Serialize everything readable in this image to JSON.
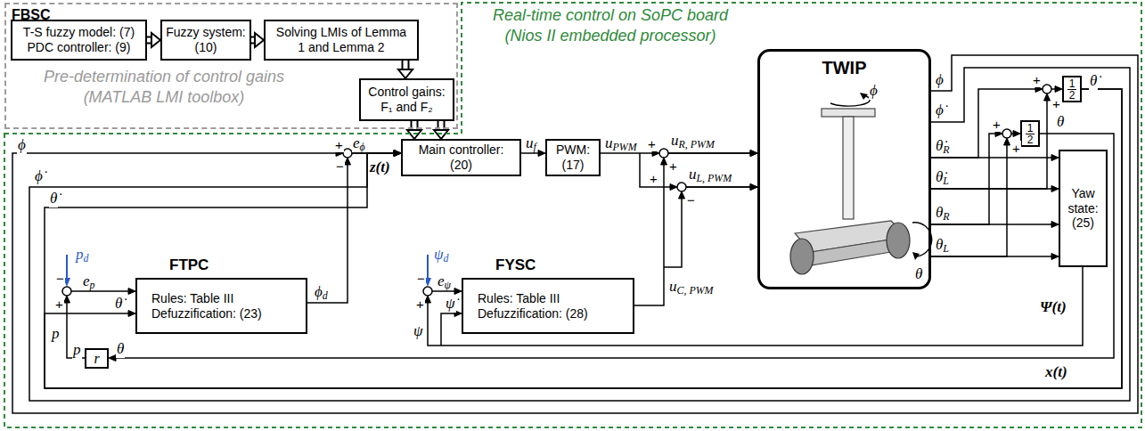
{
  "diagram": {
    "nodes": [
      {
        "text": [
          "FBSC",
          "Pre-determination of control gains (MATLAB LMI toolbox)"
        ]
      },
      {
        "text": [
          "T-S fuzzy model: (7) PDC controller: (9)"
        ],
        "in": 0
      },
      {
        "text": [
          "Fuzzy system: (10)"
        ],
        "in": 0
      },
      {
        "text": [
          "Solving LMIs of Lemma 1 and Lemma 2"
        ],
        "in": 0
      },
      {
        "text": [
          "Control gains: F₁ and F₂"
        ],
        "in": 0
      },
      {
        "text": [
          "Real-time control on SoPC board (Nios II embedded processor)"
        ]
      },
      {
        "text": [
          "Main controller: (20)"
        ],
        "in": 5
      },
      {
        "text": [
          "PWM: (17)"
        ],
        "in": 5
      },
      {
        "text": [
          "TWIP"
        ],
        "in": 5
      },
      {
        "text": [
          "FTPC",
          "Rules: Table III Defuzzification: (23)"
        ],
        "in": 5
      },
      {
        "text": [
          "FYSC",
          "Rules: Table III Defuzzification: (28)"
        ],
        "in": 5
      },
      {
        "text": [
          "Yaw state: (25)"
        ],
        "in": 5
      },
      {
        "text": [
          "1",
          "2"
        ],
        "in": 5
      },
      {
        "text": [
          "1",
          "2"
        ],
        "in": 5
      },
      {
        "text": [
          "r"
        ],
        "in": 5
      }
    ],
    "edges": [
      {
        "from": 1,
        "to": 2,
        "arrow": "to"
      },
      {
        "from": 2,
        "to": 3,
        "arrow": "to"
      },
      {
        "from": 3,
        "to": 4,
        "arrow": "to"
      },
      {
        "from": 4,
        "to": 6,
        "arrow": "to"
      },
      {
        "from": 6,
        "to": 7,
        "label": "uf",
        "arrow": "to"
      },
      {
        "from": 7,
        "to": 8,
        "label": "uPWM",
        "arrow": "to"
      },
      {
        "from": 10,
        "to": 8,
        "label": "uC, PWM",
        "arrow": "to"
      },
      {
        "from": 8,
        "to": 12,
        "arrow": "to"
      },
      {
        "from": 8,
        "to": 13,
        "arrow": "to"
      },
      {
        "from": 8,
        "to": 11,
        "arrow": "to"
      },
      {
        "from": 8,
        "to": 6,
        "arrow": "to"
      },
      {
        "from": 12,
        "to": 6,
        "arrow": "to"
      },
      {
        "from": 12,
        "to": 9,
        "arrow": "to"
      },
      {
        "from": 9,
        "to": 6,
        "label": "ϕd",
        "arrow": "to"
      },
      {
        "from": 13,
        "to": 14,
        "arrow": "to"
      },
      {
        "from": 14,
        "to": 9,
        "arrow": "to"
      },
      {
        "from": 11,
        "to": 10,
        "arrow": "to"
      }
    ],
    "labels": [
      "ϕ",
      "ϕ̇",
      "θ̇",
      "eϕ",
      "z(t)",
      "uR, PWM",
      "uL, PWM",
      "ϕ",
      "ϕ̇",
      "θ̇R",
      "θ̇L",
      "θR",
      "θL",
      "θ̇",
      "θ",
      "Ψ(t)",
      "x(t)",
      "p",
      "θ",
      "p",
      "pd",
      "ep",
      "θ̇",
      "ψd",
      "eψ",
      "ψ",
      "ψ̇",
      "ϕ",
      "θ",
      "+",
      "−",
      "−",
      "+",
      "−",
      "+",
      "+",
      "+",
      "+",
      "−",
      "+",
      "+",
      "+",
      "+"
    ]
  }
}
